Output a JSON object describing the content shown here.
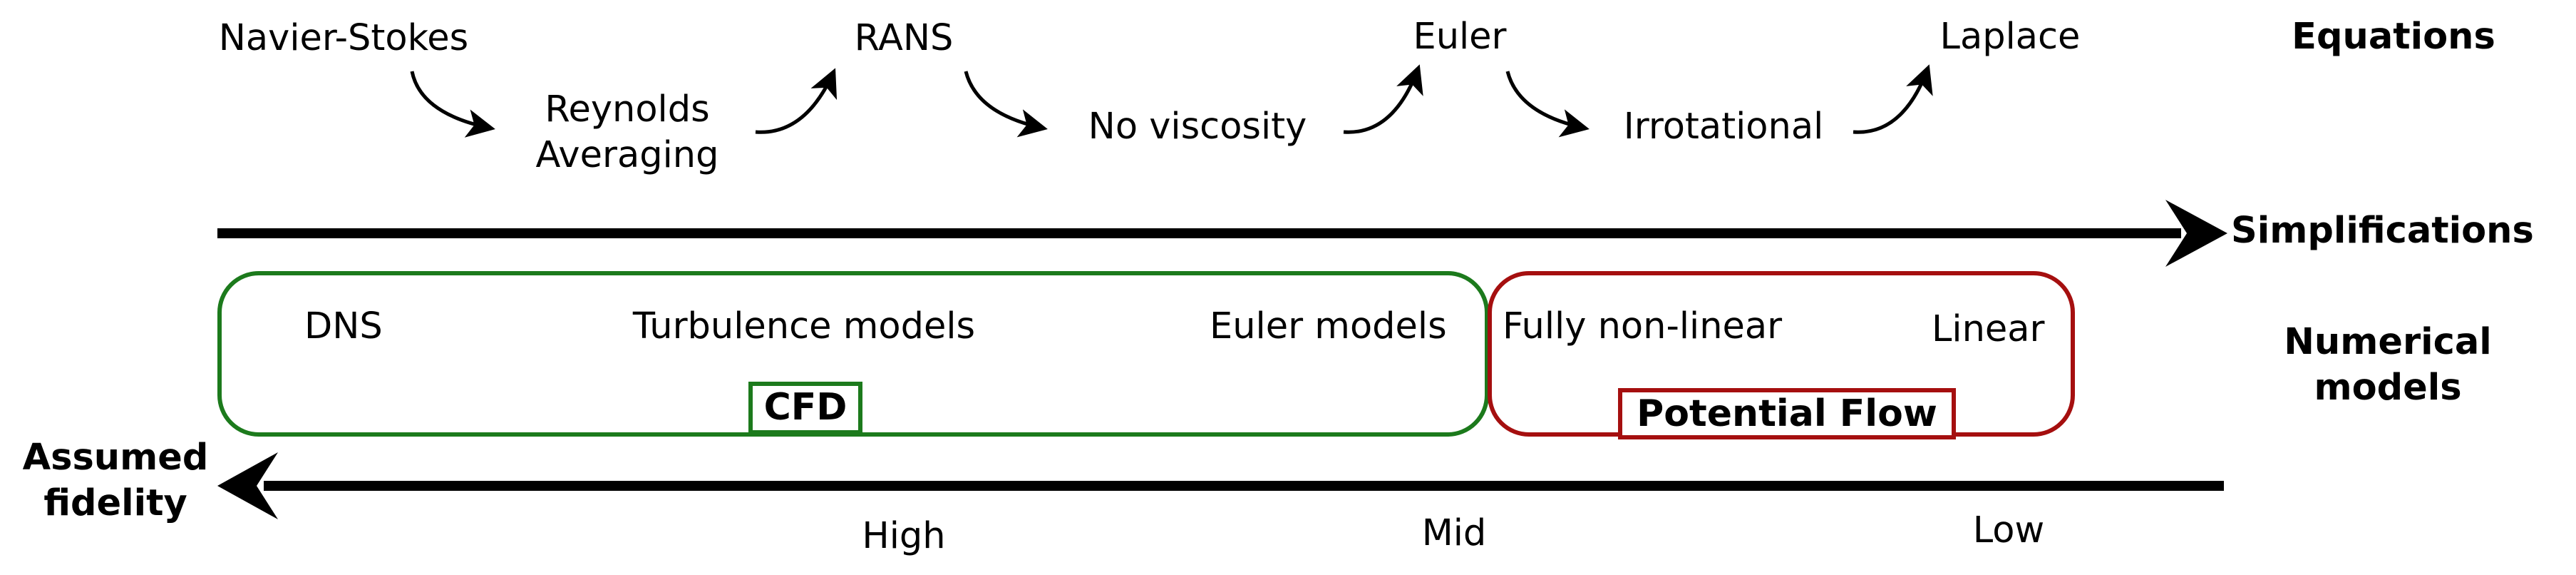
{
  "equations": {
    "chain": [
      "Navier-Stokes",
      "Reynolds Averaging",
      "RANS",
      "No viscosity",
      "Euler",
      "Irrotational",
      "Laplace"
    ],
    "heading": "Equations"
  },
  "simplifications": {
    "label": "Simplifications"
  },
  "numerical": {
    "heading": "Numerical models",
    "cfd": {
      "label": "CFD",
      "models": [
        "DNS",
        "Turbulence models",
        "Euler models"
      ],
      "color": "#1c7a1c"
    },
    "potential": {
      "label": "Potential Flow",
      "models": [
        "Fully non-linear",
        "Linear"
      ],
      "color": "#a50f0f"
    }
  },
  "fidelity": {
    "label": "Assumed fidelity",
    "levels": [
      "High",
      "Mid",
      "Low"
    ]
  }
}
